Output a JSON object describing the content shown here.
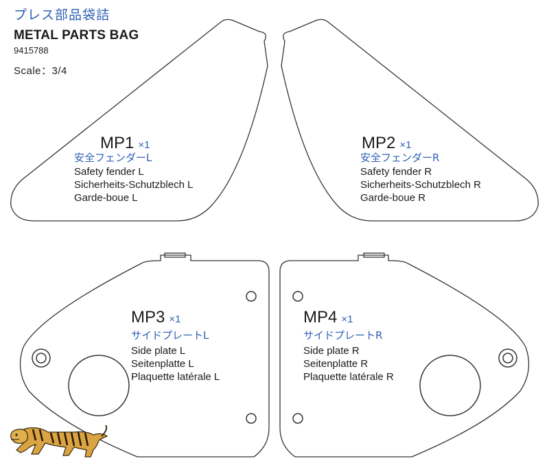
{
  "header": {
    "title_jp": "プレス部品袋詰",
    "title_en": "METAL PARTS BAG",
    "part_number": "9415788",
    "scale": "Scale：3/4"
  },
  "parts": [
    {
      "code": "MP1",
      "qty": "×1",
      "name_jp": "安全フェンダーL",
      "lines": [
        "Safety fender L",
        "Sicherheits-Schutzblech L",
        "Garde-boue L"
      ]
    },
    {
      "code": "MP2",
      "qty": "×1",
      "name_jp": "安全フェンダーR",
      "lines": [
        "Safety fender R",
        "Sicherheits-Schutzblech R",
        "Garde-boue R"
      ]
    },
    {
      "code": "MP3",
      "qty": "×1",
      "name_jp": "サイドプレートL",
      "lines": [
        "Side plate L",
        "Seitenplatte L",
        "Plaquette latérale L"
      ]
    },
    {
      "code": "MP4",
      "qty": "×1",
      "name_jp": "サイドプレートR",
      "lines": [
        "Side plate R",
        "Seitenplatte R",
        "Plaquette latérale R"
      ]
    }
  ],
  "logo": {
    "icon": "tiger-logo-icon"
  }
}
